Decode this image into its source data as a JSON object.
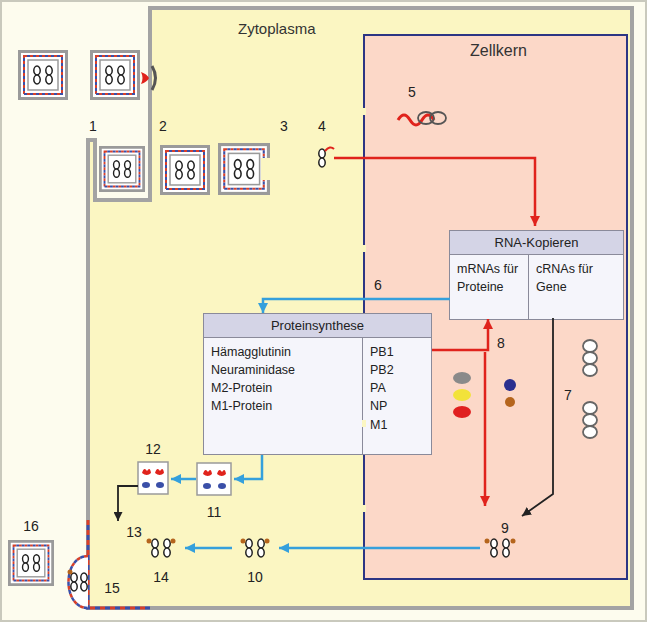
{
  "diagram": {
    "nodes": [
      {
        "text": [
          "Zytoplasma"
        ]
      },
      {
        "text": [
          "Zellkern"
        ],
        "in": 0
      },
      {
        "text": [
          "RNA-Kopieren"
        ],
        "in": 1
      },
      {
        "text": [
          "mRNAs für Proteine"
        ],
        "in": 2
      },
      {
        "text": [
          "cRNAs für Gene"
        ],
        "in": 2
      },
      {
        "text": [
          "Proteinsynthese"
        ],
        "in": 0
      },
      {
        "text": [
          "Hämagglutinin",
          "Neuraminidase",
          "M2-Protein",
          "M1-Protein"
        ],
        "in": 5
      },
      {
        "text": [
          "PB1",
          "PB2",
          "PA",
          "NP",
          "M1"
        ],
        "in": 5
      }
    ],
    "edges": [
      {
        "from": 3,
        "to": 5,
        "arrow": "to",
        "label": "6"
      },
      {
        "from": 5,
        "to": 3,
        "arrow": "to",
        "label": "8"
      }
    ],
    "labels": [
      "1",
      "2",
      "3",
      "4",
      "5",
      "7",
      "9",
      "10",
      "11",
      "12",
      "13",
      "14",
      "15",
      "16"
    ]
  }
}
